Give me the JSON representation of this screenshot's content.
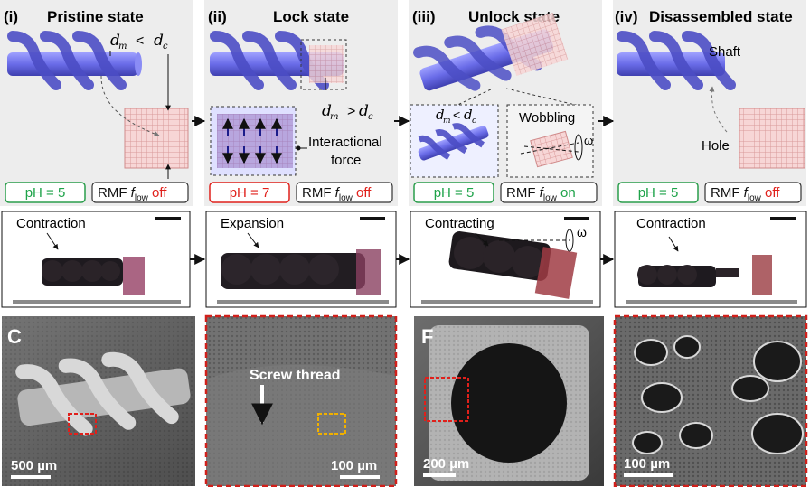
{
  "panels": [
    {
      "num": "(i)",
      "title": "Pristine state",
      "ph": "pH = 5",
      "ph_color": "#1fa34a",
      "rmf_pre": "RMF ",
      "rmf_f": "f",
      "rmf_sub": "low",
      "rmf_state": "off",
      "state_color": "#e0201b",
      "ph_border": "#2a9d4b"
    },
    {
      "num": "(ii)",
      "title": "Lock state",
      "ph": "pH = 7",
      "ph_color": "#e0201b",
      "rmf_pre": "RMF ",
      "rmf_f": "f",
      "rmf_sub": "low",
      "rmf_state": "off",
      "state_color": "#e0201b",
      "ph_border": "#e0201b"
    },
    {
      "num": "(iii)",
      "title": "Unlock state",
      "ph": "pH = 5",
      "ph_color": "#1fa34a",
      "rmf_pre": "RMF ",
      "rmf_f": "f",
      "rmf_sub": "low",
      "rmf_state": "on",
      "state_color": "#1fa34a",
      "ph_border": "#2a9d4b"
    },
    {
      "num": "(iv)",
      "title": "Disassembled state",
      "ph": "pH = 5",
      "ph_color": "#1fa34a",
      "rmf_pre": "RMF ",
      "rmf_f": "f",
      "rmf_sub": "low",
      "rmf_state": "off",
      "state_color": "#e0201b",
      "ph_border": "#2a9d4b"
    }
  ],
  "equations": {
    "p1": {
      "lhs": "d",
      "lhs_sub": "m",
      "op": "<",
      "rhs": "d",
      "rhs_sub": "c"
    },
    "p2": {
      "lhs": "d",
      "lhs_sub": "m",
      "op": ">",
      "rhs": "d",
      "rhs_sub": "c"
    },
    "p3": {
      "lhs": "d",
      "lhs_sub": "m",
      "op": "<",
      "rhs": "d",
      "rhs_sub": "c"
    }
  },
  "annotations": {
    "interactional": "Interactional",
    "force": "force",
    "wobbling": "Wobbling",
    "omega": "ω",
    "shaft": "Shaft",
    "hole": "Hole"
  },
  "photos": [
    {
      "label": "Contraction"
    },
    {
      "label": "Expansion"
    },
    {
      "label": "Contracting"
    },
    {
      "label": "Contraction"
    }
  ],
  "sem": [
    {
      "letter": "C",
      "scale": "500 µm"
    },
    {
      "letter": "",
      "scale": "100 µm",
      "note": "Screw thread"
    },
    {
      "letter": "F",
      "scale": "200 µm"
    },
    {
      "letter": "",
      "scale": "100 µm"
    }
  ],
  "colors": {
    "screw": "#6a6ce8",
    "screw_dark": "#4b4dc4",
    "sleeve": "#f2c6c6",
    "sleeve_line": "#d98f8f",
    "panel_bg": "#ededed",
    "red_dash": "#d0201b",
    "green": "#1fa34a"
  }
}
